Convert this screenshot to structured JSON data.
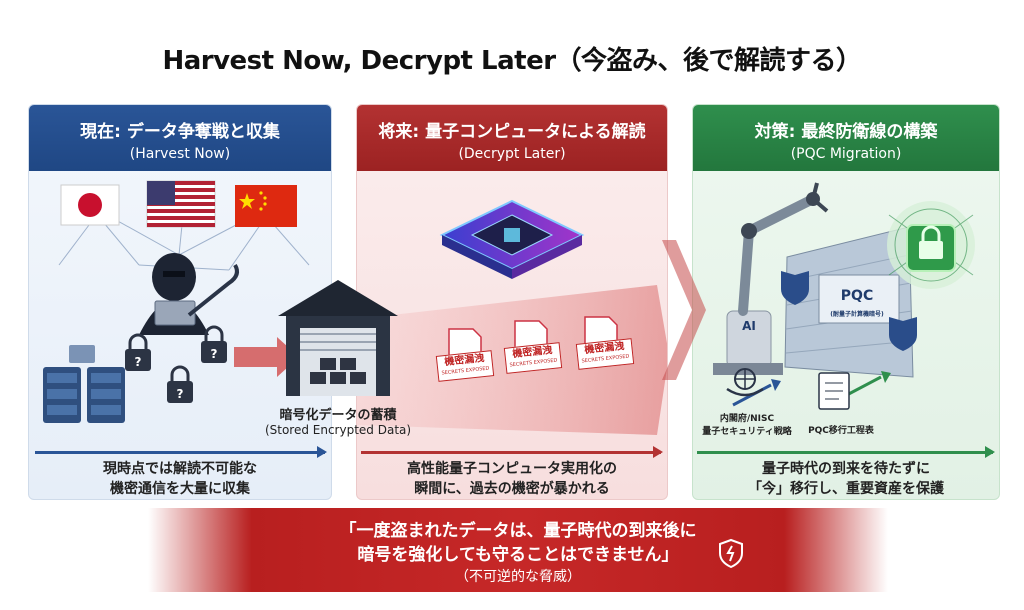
{
  "title": "Harvest Now, Decrypt Later（今盗み、後で解読する）",
  "panels": [
    {
      "heading": "現在: データ争奪戦と収集",
      "subheading": "(Harvest Now)",
      "caption_line1": "現時点では解読不可能な",
      "caption_line2": "機密通信を大量に収集",
      "storage_label_1": "暗号化データの蓄積",
      "storage_label_2": "(Stored Encrypted Data)"
    },
    {
      "heading": "将来: 量子コンピュータによる解読",
      "subheading": "(Decrypt Later)",
      "caption_line1": "高性能量子コンピュータ実用化の",
      "caption_line2": "瞬間に、過去の機密が暴かれる",
      "stamp_main": "機密漏洩",
      "stamp_sub": "SECRETS EXPOSED"
    },
    {
      "heading": "対策: 最終防衛線の構築",
      "subheading": "(PQC Migration)",
      "caption_line1": "量子時代の到来を待たずに",
      "caption_line2": "「今」移行し、重要資産を保護",
      "wall_label": "PQC",
      "wall_sublabel": "(耐量子計算機暗号)",
      "robot_label": "AI",
      "govt_label_1": "内閣府/NISC",
      "govt_label_2": "量子セキュリティ戦略",
      "plan_label": "PQC移行工程表"
    }
  ],
  "bottom": {
    "line1": "「一度盗まれたデータは、量子時代の到来後に",
    "line2": "暗号を強化しても守ることはできません」",
    "line3": "（不可逆的な脅威）"
  },
  "colors": {
    "blue": "#1f4784",
    "red": "#b81f1f",
    "green": "#23773d"
  }
}
